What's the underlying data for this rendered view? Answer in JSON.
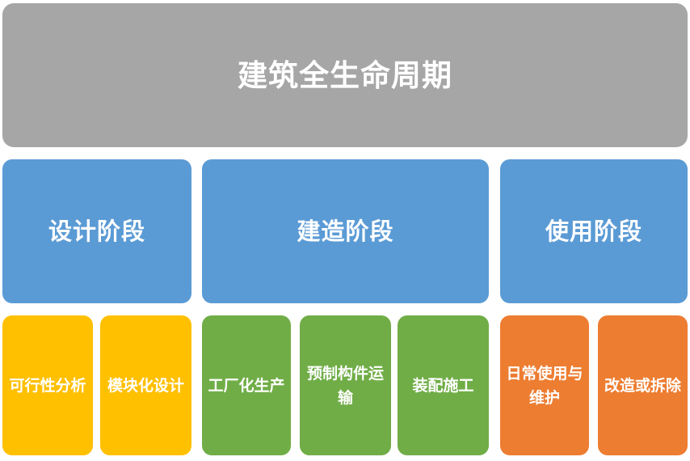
{
  "diagram": {
    "title": "建筑全生命周期",
    "colors": {
      "root": "#a6a6a6",
      "phase": "#5b9bd5",
      "design_tasks": "#ffc000",
      "construction_tasks": "#70ad47",
      "use_tasks": "#ed7d31",
      "background": "#ffffff",
      "text": "#ffffff"
    },
    "root": {
      "label": "建筑全生命周期"
    },
    "phases": [
      {
        "label": "设计阶段"
      },
      {
        "label": "建造阶段"
      },
      {
        "label": "使用阶段"
      }
    ],
    "tasks": [
      {
        "label": "可行性分析",
        "group": "设计阶段",
        "color": "#ffc000"
      },
      {
        "label": "模块化设计",
        "group": "设计阶段",
        "color": "#ffc000"
      },
      {
        "label": "工厂化生产",
        "group": "建造阶段",
        "color": "#70ad47"
      },
      {
        "label": "预制构件运输",
        "group": "建造阶段",
        "color": "#70ad47"
      },
      {
        "label": "装配施工",
        "group": "建造阶段",
        "color": "#70ad47"
      },
      {
        "label": "日常使用与维护",
        "group": "使用阶段",
        "color": "#ed7d31"
      },
      {
        "label": "改造或拆除",
        "group": "使用阶段",
        "color": "#ed7d31"
      }
    ]
  }
}
